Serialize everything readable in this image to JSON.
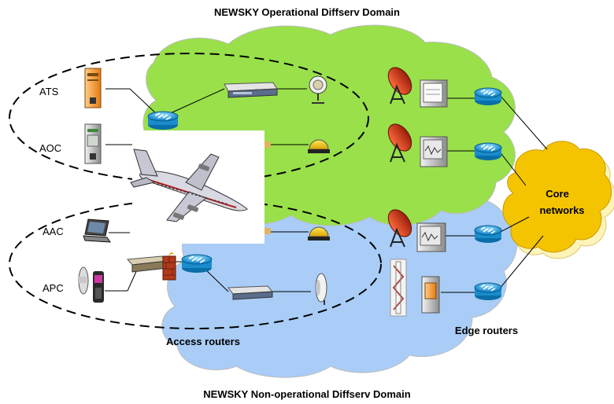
{
  "title_top": "NEWSKY Operational Diffserv Domain",
  "title_bottom": "NEWSKY Non-operational Diffserv Domain",
  "domains": {
    "operational_color": "#99e04a",
    "non_operational_color": "#a9cdf7",
    "core_color": "#f5c400"
  },
  "applications": {
    "ats": "ATS",
    "aoc": "AOC",
    "aac": "AAC",
    "apc": "APC"
  },
  "labels": {
    "core_line1": "Core",
    "core_line2": "networks",
    "access_routers": "Access routers",
    "edge_routers": "Edge routers"
  },
  "icons": {
    "router": "router-icon",
    "satellite_dish": "satellite-dish-icon",
    "aircraft": "aircraft-icon",
    "server": "server-icon",
    "modem": "modem-icon",
    "laptop": "laptop-icon",
    "phone": "phone-icon",
    "firewall": "firewall-icon",
    "antenna": "antenna-icon"
  }
}
